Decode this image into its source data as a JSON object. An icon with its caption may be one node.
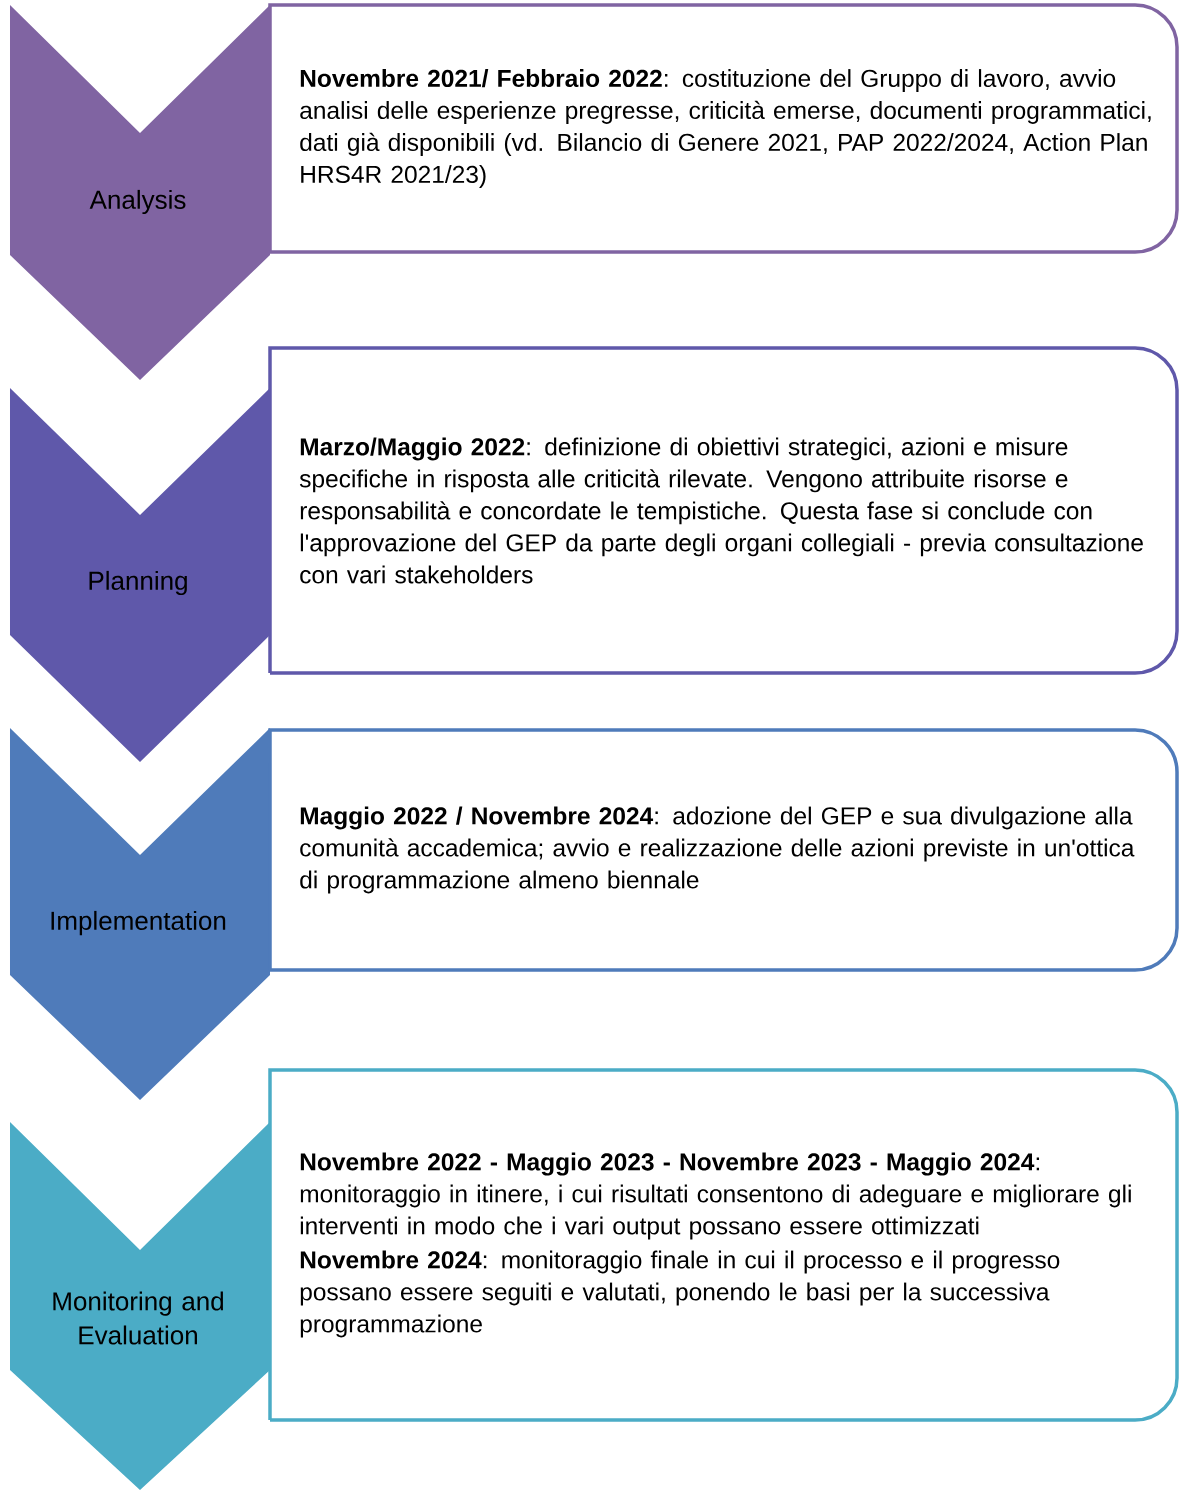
{
  "diagram": {
    "nodes": [
      {
        "text": [
          "Analysis"
        ]
      },
      {
        "text": [
          "**Novembre 2021/ Febbraio 2022**: costituzione del Gruppo di lavoro, avvio analisi delle esperienze pregresse, criticità emerse, documenti programmatici, dati già disponibili (vd. Bilancio di Genere 2021, PAP 2022/2024, Action Plan HRS4R 2021/23)"
        ]
      },
      {
        "text": [
          "Planning"
        ]
      },
      {
        "text": [
          "**Marzo/Maggio 2022**: definizione di obiettivi strategici, azioni e misure specifiche in risposta alle criticità rilevate. Vengono attribuite risorse e responsabilità e concordate le tempistiche. Questa fase si conclude con l'approvazione del GEP da parte degli organi collegiali - previa consultazione con vari stakeholders"
        ]
      },
      {
        "text": [
          "Implementation"
        ]
      },
      {
        "text": [
          "**Maggio 2022 / Novembre 2024**: adozione del GEP e sua divulgazione alla comunità accademica; avvio e realizzazione delle azioni previste in un'ottica di programmazione almeno biennale"
        ]
      },
      {
        "text": [
          "Monitoring and Evaluation"
        ]
      },
      {
        "text": [
          "**Novembre 2022 - Maggio 2023 - Novembre 2023 - Maggio 2024**: monitoraggio in itinere, i cui risultati consentono di adeguare e migliorare gli interventi in modo che i vari output possano essere ottimizzati",
          "**Novembre 2024**: monitoraggio finale in cui il processo e il progresso possano essere seguiti e valutati, ponendo le basi per la successiva programmazione"
        ]
      }
    ]
  }
}
